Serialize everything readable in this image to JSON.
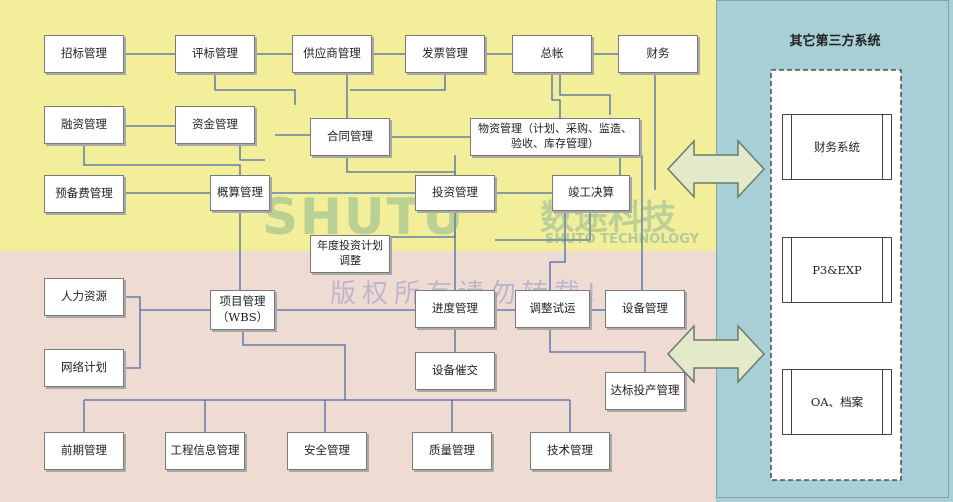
{
  "colors": {
    "top_zone": "#f2ee9a",
    "bottom_zone": "#eedcd3",
    "right_panel": "#a8cfd6",
    "line": "#3a5a9a",
    "arrow_fill": "#e2eac9",
    "arrow_stroke": "#6a7a6a"
  },
  "third_party": {
    "title": "其它第三方系统",
    "systems": [
      "财务系统",
      "P3&EXP",
      "OA、档案"
    ]
  },
  "modules": {
    "bidding": "招标管理",
    "evaluation": "评标管理",
    "supplier": "供应商管理",
    "invoice": "发票管理",
    "ledger": "总帐",
    "finance": "财务",
    "financing": "融资管理",
    "funds": "资金管理",
    "contract": "合同管理",
    "material": "物资管理（计划、采购、监造、验收、库存管理）",
    "reserve": "预备费管理",
    "budget": "概算管理",
    "investment": "投资管理",
    "final_accounts": "竣工决算",
    "annual_plan": "年度投资计划调整",
    "hr": "人力资源",
    "wbs": "项目管理（WBS）",
    "progress": "进度管理",
    "commissioning": "调整试运",
    "equipment": "设备管理",
    "network": "网络计划",
    "handover": "设备催交",
    "compliance": "达标投产管理",
    "preliminary": "前期管理",
    "info": "工程信息管理",
    "safety": "安全管理",
    "quality": "质量管理",
    "tech": "技术管理"
  },
  "watermark": {
    "logo": "SHUTU",
    "brand_cn": "数途科技",
    "brand_en": "SHUTO TECHNOLOGY",
    "notice": "版权所有请勿转载!"
  }
}
